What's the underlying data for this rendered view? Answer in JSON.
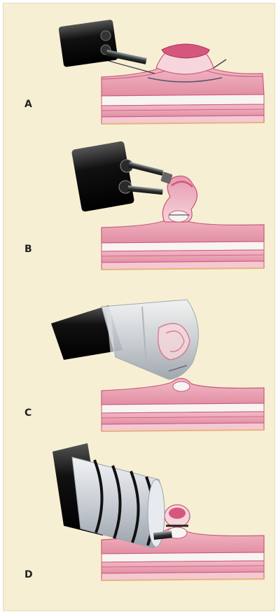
{
  "figure": {
    "panels": [
      {
        "id": "A",
        "label": "A"
      },
      {
        "id": "B",
        "label": "B"
      },
      {
        "id": "C",
        "label": "C"
      },
      {
        "id": "D",
        "label": "D"
      }
    ]
  },
  "colors": {
    "background": "#f6efd4",
    "tissue_pink": "#e9a3b4",
    "tissue_dark": "#c95a7a",
    "tissue_light": "#f6d6dc",
    "submucosa": "#f8f4f1",
    "instrument_black": "#1a1a1a",
    "cap_gray": "#d9dde2",
    "band_black": "#111111"
  }
}
